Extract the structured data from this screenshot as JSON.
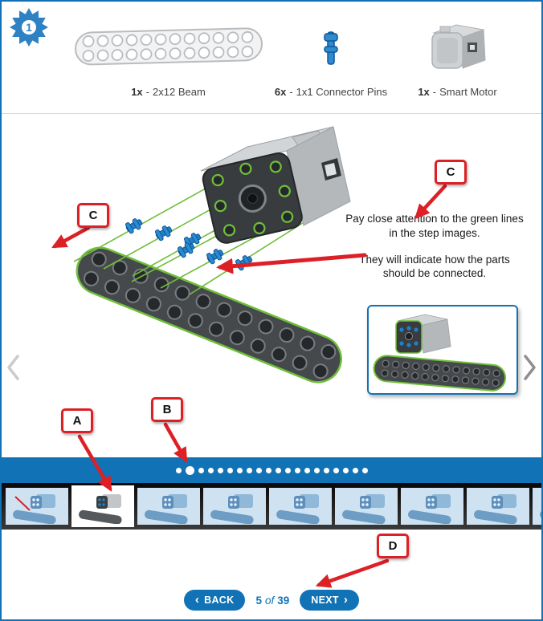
{
  "colors": {
    "accent_blue": "#1173b6",
    "callout_red": "#dd2026",
    "guide_green": "#6fbf3a"
  },
  "parts_header": {
    "step_number": "1",
    "separator": "-",
    "parts": [
      {
        "qty": "1x",
        "name": "2x12 Beam"
      },
      {
        "qty": "6x",
        "name": "1x1 Connector Pins"
      },
      {
        "qty": "1x",
        "name": "Smart Motor"
      }
    ]
  },
  "note": {
    "para1": "Pay close attention to the green lines in the step images.",
    "para2": "They will indicate how the parts should be connected."
  },
  "callouts": {
    "a": "A",
    "b": "B",
    "c_left": "C",
    "c_right": "C",
    "d": "D"
  },
  "pager": {
    "dot_count": 20,
    "active_index": 1
  },
  "filmstrip": {
    "thumb_count": 9,
    "active_index": 1
  },
  "footer": {
    "back_chevron": "‹",
    "back_label": "BACK",
    "page_current": "5",
    "page_of": "of",
    "page_total": "39",
    "next_label": "NEXT",
    "next_chevron": "›"
  }
}
